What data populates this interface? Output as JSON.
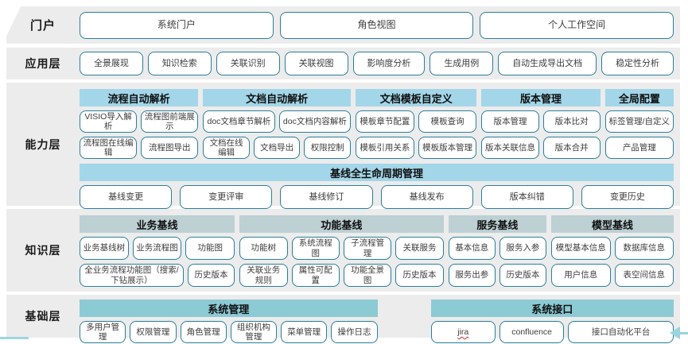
{
  "decor": {
    "band_background": "#ececec",
    "button_border": "#2b7e98",
    "header_light_blue": "#a3d6e8",
    "header_gray_teal": "#bdd0d4",
    "header_teal": "#8ccad4",
    "arrow_color": "#9bd3de"
  },
  "layers": [
    {
      "id": "portal",
      "label": "门户",
      "items": [
        "系统门户",
        "角色视图",
        "个人工作空间"
      ]
    },
    {
      "id": "application",
      "label": "应用层",
      "items": [
        "全景展现",
        "知识检索",
        "关联识别",
        "关联视图",
        "影响度分析",
        "生成用例",
        "自动生成导出文档",
        "稳定性分析"
      ]
    },
    {
      "id": "capability",
      "label": "能力层",
      "groups": [
        {
          "header": "流程自动解析",
          "rows": [
            [
              "VISIO导入解析",
              "流程图前端展示"
            ],
            [
              "流程图在线编辑",
              "流程图导出"
            ]
          ]
        },
        {
          "header": "文档自动解析",
          "rows": [
            [
              "doc文档章节解析",
              "doc文档内容解析"
            ],
            [
              "文档在线编辑",
              "文档导出",
              "权限控制"
            ]
          ]
        },
        {
          "header": "文档模板自定义",
          "rows": [
            [
              "模板章节配置",
              "模板查询"
            ],
            [
              "模板引用关系",
              "模板版本管理"
            ]
          ]
        },
        {
          "header": "版本管理",
          "rows": [
            [
              "版本管理",
              "版本比对"
            ],
            [
              "版本关联信息",
              "版本合并"
            ]
          ]
        },
        {
          "header": "全局配置",
          "rows": [
            [
              "标签管理/自定义"
            ],
            [
              "产品管理"
            ]
          ]
        }
      ],
      "lifecycle": {
        "header": "基线全生命周期管理",
        "items": [
          "基线变更",
          "变更评审",
          "基线修订",
          "基线发布",
          "版本纠错",
          "变更历史"
        ]
      }
    },
    {
      "id": "knowledge",
      "label": "知识层",
      "groups": [
        {
          "header": "业务基线",
          "rows": [
            [
              "业务基线树",
              "业务流程图",
              "功能图"
            ],
            [
              "全业务流程功能图（搜索/下钻展示）",
              "历史版本"
            ]
          ]
        },
        {
          "header": "功能基线",
          "rows": [
            [
              "功能树",
              "系统流程图",
              "子流程管理",
              "关联服务"
            ],
            [
              "关联业务规则",
              "属性可配置",
              "功能全景图",
              "历史版本"
            ]
          ]
        },
        {
          "header": "服务基线",
          "rows": [
            [
              "基本信息",
              "服务入参"
            ],
            [
              "服务出参",
              "历史版本"
            ]
          ]
        },
        {
          "header": "模型基线",
          "rows": [
            [
              "模型基本信息",
              "数据库信息"
            ],
            [
              "用户信息",
              "表空间信息"
            ]
          ]
        }
      ]
    },
    {
      "id": "foundation",
      "label": "基础层",
      "groups": [
        {
          "header": "系统管理",
          "rows": [
            [
              "多用户管理",
              "权限管理",
              "角色管理",
              "组织机构管理",
              "菜单管理",
              "操作日志"
            ]
          ]
        },
        {
          "header": "系统接口",
          "rows": [
            [
              {
                "label": "jira",
                "squiggle": true
              },
              "confluence",
              "接口自动化平台"
            ]
          ]
        }
      ]
    }
  ]
}
